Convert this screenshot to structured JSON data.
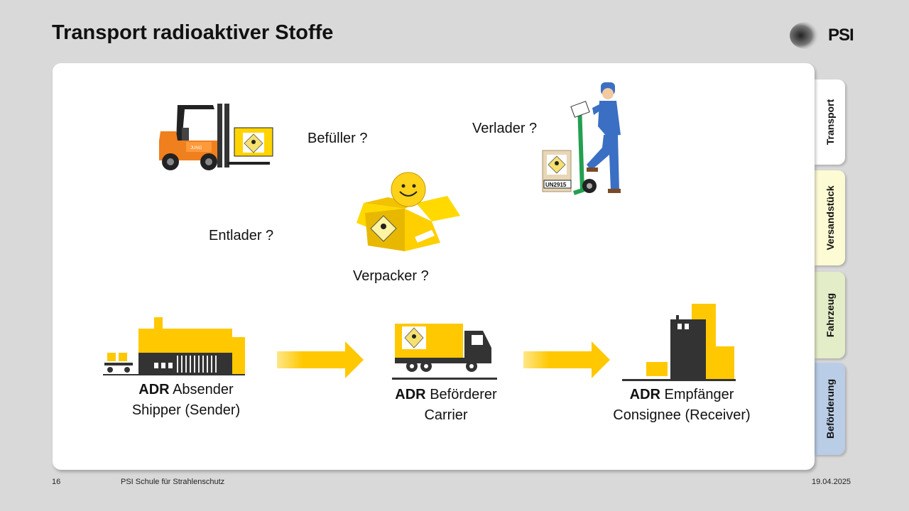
{
  "slide": {
    "title": "Transport radioaktiver Stoffe",
    "logo_text": "PSI"
  },
  "tabs": [
    {
      "label": "Transport",
      "color": "#ffffff"
    },
    {
      "label": "Versandstück",
      "color": "#fdfbd4"
    },
    {
      "label": "Fahrzeug",
      "color": "#e3edc7"
    },
    {
      "label": "Beförderung",
      "color": "#b9cde6"
    }
  ],
  "roles": {
    "befueller": "Befüller ?",
    "verlader": "Verlader ?",
    "entlader": "Entlader ?",
    "verpacker": "Verpacker ?"
  },
  "package_label": "UN2915",
  "flow": {
    "sender": {
      "bold": "ADR",
      "role": "Absender",
      "sub": "Shipper (Sender)"
    },
    "carrier": {
      "bold": "ADR",
      "role": "Beförderer",
      "sub": "Carrier"
    },
    "receiver": {
      "bold": "ADR",
      "role": "Empfänger",
      "sub": "Consignee (Receiver)"
    }
  },
  "footer": {
    "page": "16",
    "org": "PSI Schule für Strahlenschutz",
    "date": "19.04.2025"
  },
  "colors": {
    "accent_yellow": "#ffc800",
    "dark": "#333333",
    "forklift_orange": "#f07f1e",
    "worker_blue": "#3a6fc4"
  }
}
